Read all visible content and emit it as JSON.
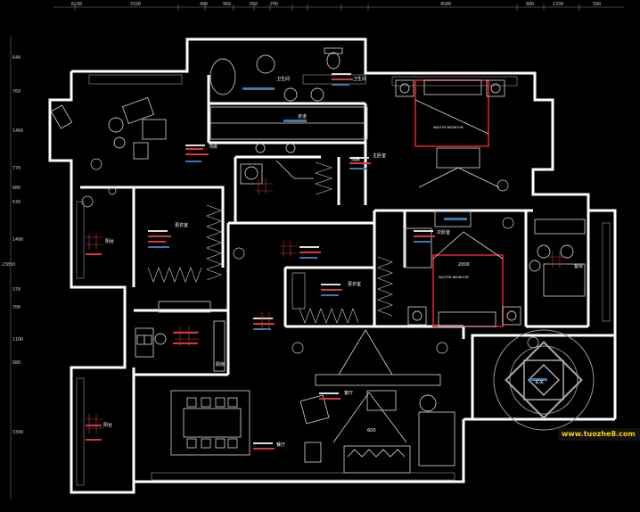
{
  "dimensions": {
    "top": [
      "6230",
      "3330",
      "400",
      "960",
      "950",
      "700",
      "4500",
      "880",
      "1330",
      "580"
    ],
    "top_positions_note": "",
    "left": [
      "640",
      "760",
      "1460",
      "770",
      "880",
      "630",
      "1400",
      "370",
      "700",
      "1100",
      "880",
      "3300"
    ],
    "left_total": "23850"
  },
  "rooms": {
    "study": "书房",
    "balcony_left": "阳台",
    "balcony_bottom": "阳台",
    "cloakroom_1": "更衣室",
    "cloakroom_2": "更衣室",
    "kitchen": "厨房",
    "dining": "餐厅",
    "living": "客厅",
    "master_bedroom": "主卧室",
    "second_bedroom": "次卧室",
    "guest_room": "客房",
    "bathroom_1": "卫生间",
    "bathroom_2": "卫生间",
    "corridor": "走道",
    "storage": "储藏",
    "entry": "玄关"
  },
  "annotations": {
    "master_bed_size": "MASTER BEDROOM",
    "second_bed_size": "MASTER BEDROOM",
    "bed_2000": "2000",
    "tv_600": "600"
  },
  "watermark": "www.tuozhe8.com",
  "colors": {
    "background": "#000000",
    "wall": "#ffffff",
    "accent_red": "#e02020",
    "tag_blue": "#3b79b0",
    "watermark": "#ffd200"
  }
}
